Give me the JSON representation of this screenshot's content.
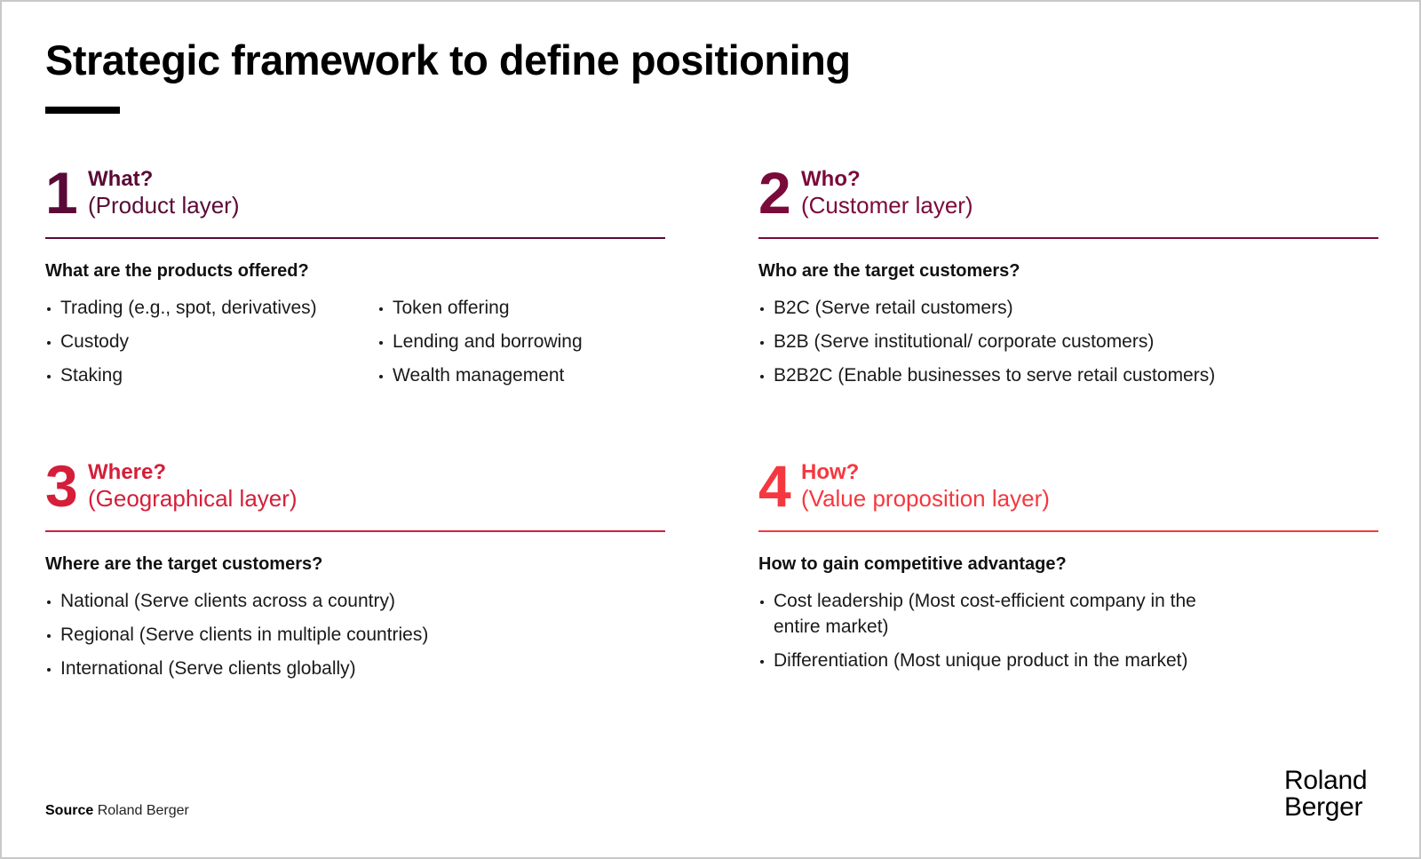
{
  "title": "Strategic framework to define positioning",
  "colors": {
    "section1": "#5a0a36",
    "section2": "#7a0a3a",
    "section3": "#d41f3a",
    "section4": "#f5383f"
  },
  "sections": [
    {
      "number": "1",
      "question": "What?",
      "layer": "(Product layer)",
      "subheading": "What are the products offered?",
      "bullets_col1": [
        "Trading (e.g., spot, derivatives)",
        "Custody",
        "Staking"
      ],
      "bullets_col2": [
        "Token offering",
        "Lending and borrowing",
        "Wealth management"
      ]
    },
    {
      "number": "2",
      "question": "Who?",
      "layer": "(Customer layer)",
      "subheading": "Who are the target customers?",
      "bullets": [
        "B2C (Serve retail customers)",
        "B2B (Serve institutional/ corporate customers)",
        "B2B2C (Enable businesses to serve retail customers)"
      ]
    },
    {
      "number": "3",
      "question": "Where?",
      "layer": "(Geographical layer)",
      "subheading": "Where are the target customers?",
      "bullets": [
        "National (Serve clients across a country)",
        "Regional (Serve clients in multiple countries)",
        "International (Serve clients globally)"
      ]
    },
    {
      "number": "4",
      "question": "How?",
      "layer": "(Value proposition layer)",
      "subheading": "How to gain competitive advantage?",
      "bullets": [
        "Cost leadership (Most cost-efficient company in the entire market)",
        "Differentiation (Most unique product in the market)"
      ]
    }
  ],
  "footer": {
    "source_label": "Source",
    "source_text": "Roland Berger",
    "logo_line1": "Roland",
    "logo_line2": "Berger"
  }
}
